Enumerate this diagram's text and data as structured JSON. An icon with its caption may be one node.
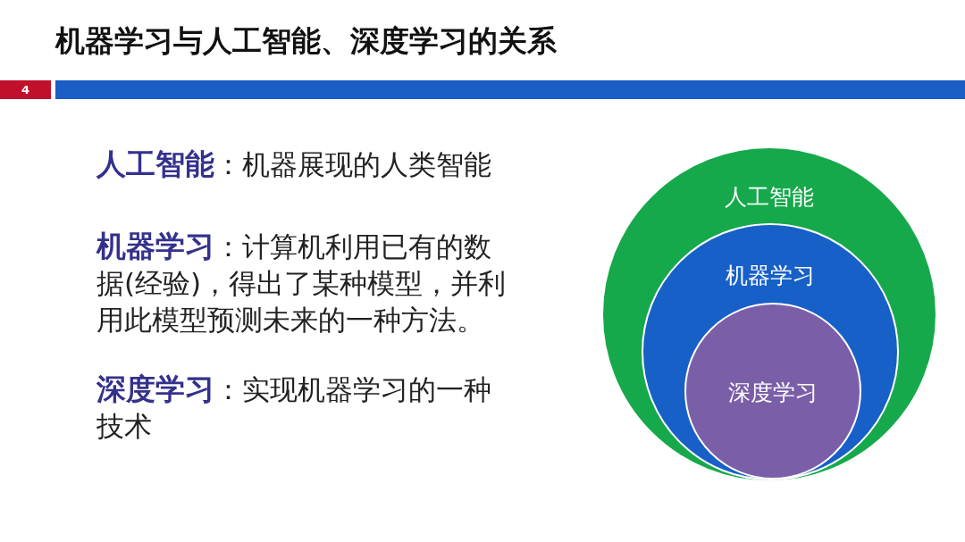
{
  "diagram": {
    "title": "机器学习与人工智能、深度学习的关系",
    "nodes": [
      {
        "text": [
          "人工智能"
        ]
      },
      {
        "text": [
          "机器学习"
        ],
        "in": 0
      },
      {
        "text": [
          "深度学习"
        ],
        "in": 1
      }
    ],
    "labels": [
      "4",
      "**人工智能**：机器展现的人类智能",
      "**机器学习**：计算机利用已有的数据(经验)，得出了某种模型，并利用此模型预测未来的一种方法。",
      "**深度学习**：实现机器学习的一种技术"
    ]
  }
}
